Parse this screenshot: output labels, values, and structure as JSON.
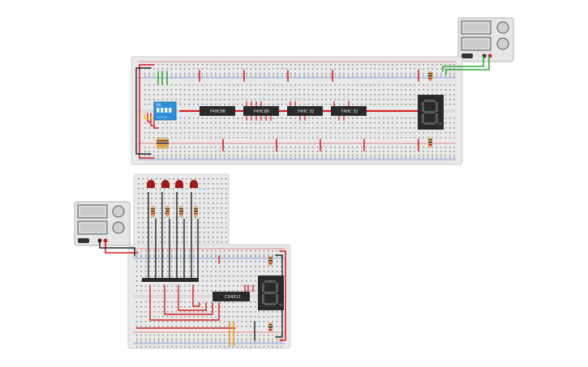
{
  "canvas": {
    "title": ""
  },
  "breadboard_top": {
    "chips": [
      {
        "label": "74HC86"
      },
      {
        "label": "74HC86"
      },
      {
        "label": "74HC 32"
      },
      {
        "label": "74HC 32"
      }
    ],
    "dip_switch": {
      "label": "ON",
      "pin_numbers": "1 2 3 4"
    },
    "seven_segment": {
      "display": "8."
    }
  },
  "breadboard_bottom": {
    "chip": {
      "label": "CD4511"
    },
    "seven_segment": {
      "display": "8."
    },
    "leds": 4
  },
  "power_supplies": [
    {
      "name": "supply-top-right"
    },
    {
      "name": "supply-left"
    }
  ],
  "colors": {
    "board": "#e9e9e9",
    "rail_red": "#d42a2a",
    "rail_blue": "#2a5bd4",
    "wire_red": "#d61f1f",
    "wire_black": "#222222",
    "wire_green": "#3aa83a",
    "wire_orange": "#e8941f",
    "chip": "#2a2a2a",
    "dip_switch": "#2f8fd8",
    "segment_display": "#2a2a2a",
    "led": "#a01818"
  }
}
